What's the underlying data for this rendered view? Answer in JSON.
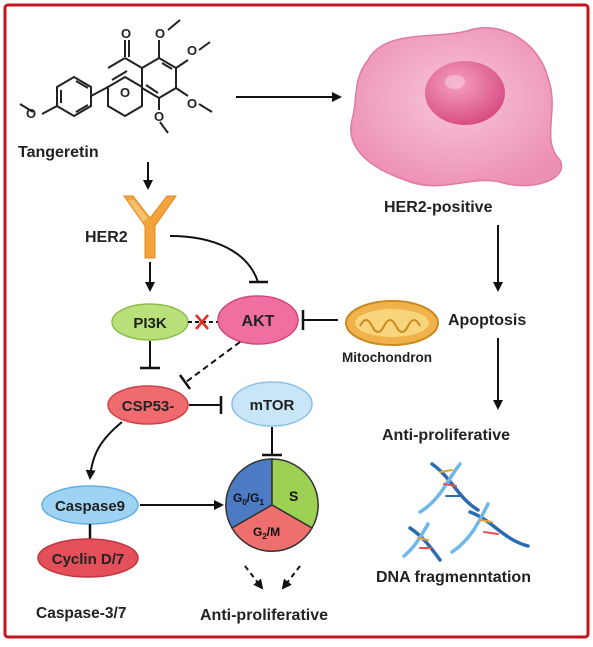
{
  "diagram": {
    "compound": "Tangeretin",
    "cell": "HER2-positive",
    "receptor": "HER2",
    "nodes": {
      "pi3k": "PI3K",
      "akt": "AKT",
      "csp53": "CSP53-",
      "mtor": "mTOR",
      "caspase9": "Caspase9",
      "cyclin": "Cyclin D/7",
      "mitochondron": "Mitochondron"
    },
    "cell_cycle": {
      "g0g1": {
        "main": "G",
        "sub1": "0",
        "slash": "/G",
        "sub2": "1"
      },
      "s": "S",
      "g2m": {
        "main": "G",
        "sub": "2",
        "rest": "/M"
      }
    },
    "labels": {
      "apoptosis": "Apoptosis",
      "anti_proliferative_right": "Anti-proliferative",
      "dna_fragmentation": "DNA fragmenntation",
      "caspase37": "Caspase-3/7",
      "anti_proliferative_bottom": "Anti-proliferative",
      "methoxy": "O",
      "carbonyl": "O",
      "ring_o": "O"
    },
    "colors": {
      "frame": "#c4161c",
      "pi3k": "#b9e07a",
      "akt": "#ee6fa0",
      "csp53": "#ef6b6e",
      "mtor": "#c9e6f8",
      "caspase9": "#9fd3f4",
      "cyclin": "#e3505a",
      "her2": "#f2a33c",
      "cell": "#f2a3c4",
      "nucleus": "#e25d8e",
      "mito": "#f0b24a",
      "g0g1": "#4c7bc4",
      "s": "#9cd153",
      "g2m": "#ef6f6f"
    }
  }
}
